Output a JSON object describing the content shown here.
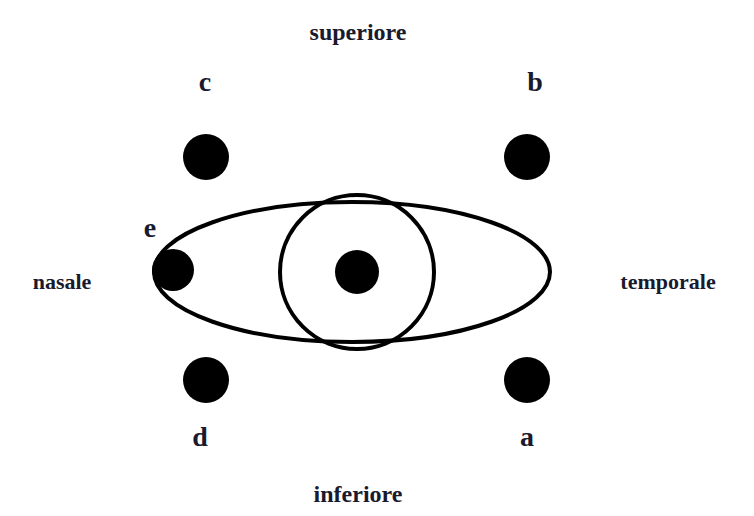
{
  "diagram": {
    "labels": [
      "superiore",
      "c",
      "b",
      "e",
      "nasale",
      "temporale",
      "d",
      "a",
      "inferiore"
    ]
  }
}
